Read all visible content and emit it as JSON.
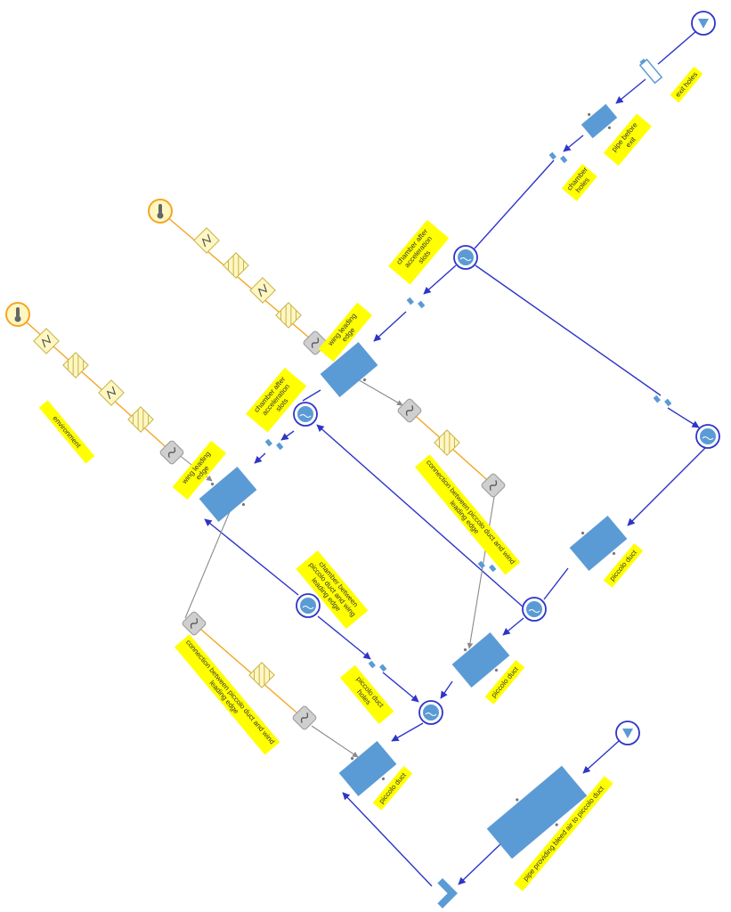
{
  "diagram": {
    "colors": {
      "flow_line": "#2e35c7",
      "thermal_line": "#f5a623",
      "connector_line": "#8a8a8a",
      "pipe_fill": "#5b9bd5",
      "node_fill": "#ffffff",
      "label_bg": "#ffff00",
      "label_text": "#333333",
      "thermal_box": "#fff7c2"
    },
    "labels": {
      "environment": "environment",
      "wing_leading_edge_left": "wing leading edge",
      "wing_leading_edge_top": "wing leading edge",
      "chamber_after_slots_left": "chamber after acceleration slots",
      "chamber_after_slots_top": "chamber after acceleration slots",
      "chamber_holes": "chamber holes",
      "pipe_before_exit": "pipe before exit",
      "exit_holes": "exit holes",
      "connection_upper": "connection between piccolo duct and wind leading edge",
      "connection_lower": "connection between piccolo duct and wind leading edge",
      "chamber_between": "chamber between piccolo duct and wing leading edge",
      "piccolo_duct_right": "piccolo duct",
      "piccolo_duct_mid": "piccolo duct",
      "piccolo_duct_bottom": "piccolo duct",
      "piccolo_duct_holes": "piccolo duct holes",
      "pipe_bleed_air": "pipe providing bleed air to piccolo duct"
    }
  }
}
